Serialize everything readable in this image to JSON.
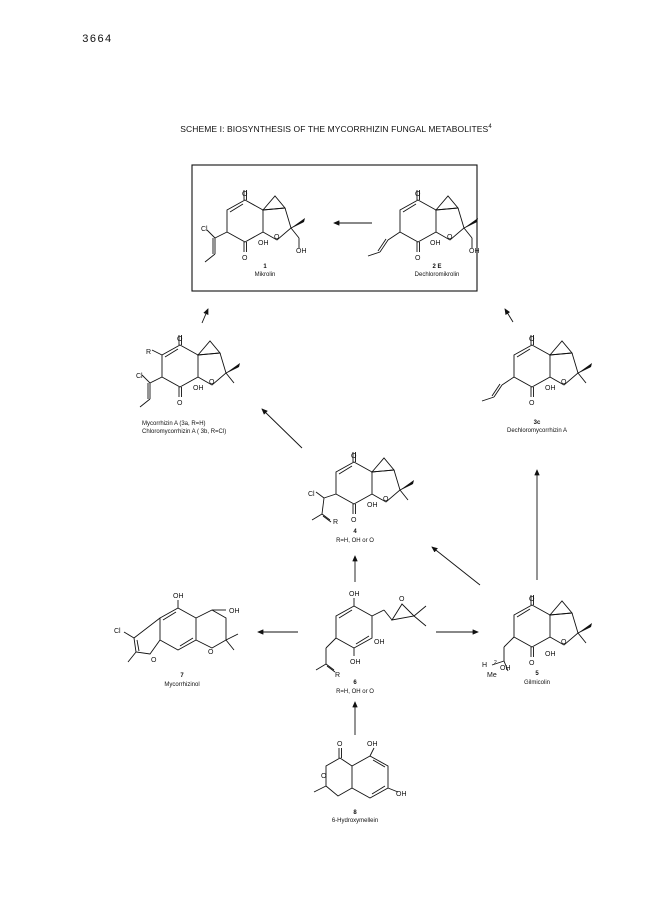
{
  "page": {
    "number": "3664"
  },
  "scheme": {
    "title": "SCHEME I: BIOSYNTHESIS OF THE MYCORRHIZIN FUNGAL METABOLITES",
    "title_ref": "4"
  },
  "compounds": {
    "c1": {
      "number": "1",
      "name": "Mikrolin"
    },
    "c2e": {
      "number": "2 E",
      "name": "Dechloromikrolin"
    },
    "c3a": {
      "name_line1": "Mycorrhizin A  (3a, R=H)",
      "name_line2": "Chloromycorrhizin A  ( 3b, R=Cl)"
    },
    "c3c": {
      "number": "3c",
      "name": "Dechloromycorrhizin A"
    },
    "c4": {
      "number": "4",
      "name": "R=H, OH or O"
    },
    "c5": {
      "number": "5",
      "name": "Gilmicolin"
    },
    "c6": {
      "number": "6",
      "name": "R=H, OH or O"
    },
    "c7": {
      "number": "7",
      "name": "Mycorrhizinol"
    },
    "c8": {
      "number": "8",
      "name": "6-Hydroxymellein"
    }
  },
  "atoms": {
    "O": "O",
    "OH": "OH",
    "Cl": "Cl",
    "R": "R",
    "H": "H",
    "Me": "Me",
    "two": "2"
  }
}
